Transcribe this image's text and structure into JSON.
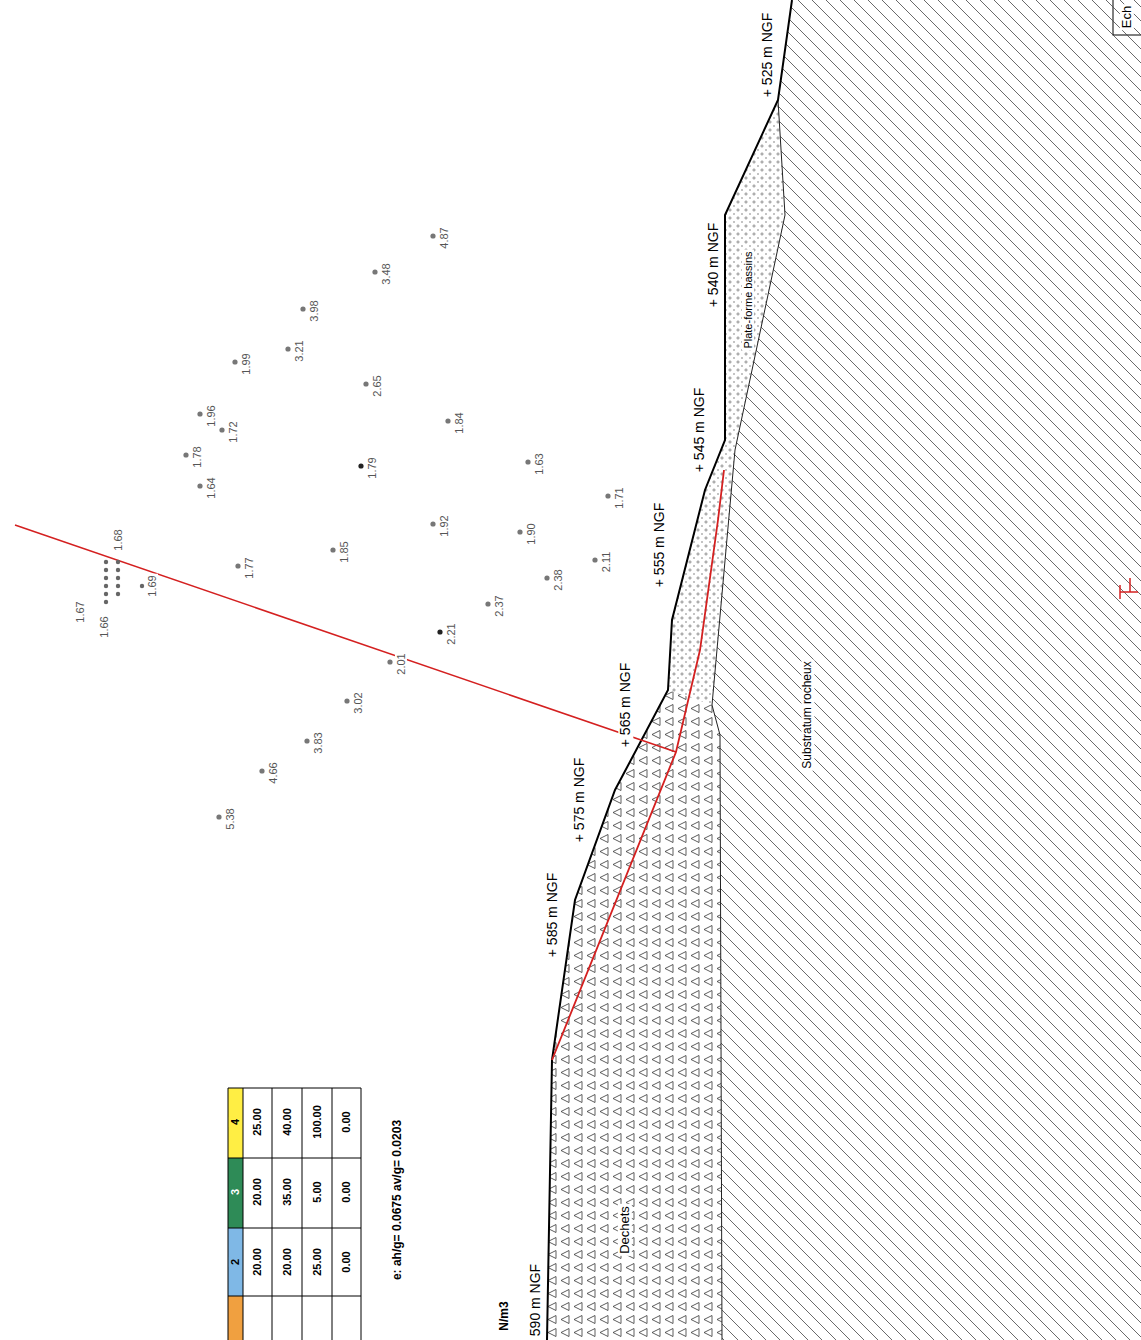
{
  "diagram": {
    "labels": [
      "Ech",
      "2",
      "3",
      "4",
      "20.00",
      "20.00",
      "25.00",
      "0.00",
      "20.00",
      "35.00",
      "5.00",
      "0.00",
      "25.00",
      "40.00",
      "100.00",
      "0.00",
      "e: ah/g= 0.0675 av/g= 0.0203",
      "N/m3",
      "4.87",
      "3.48",
      "3.98",
      "1.99",
      "3.21",
      "2.65",
      "1.72",
      "1.96",
      "1.64",
      "1.78",
      "1.79",
      "1.84",
      "1.63",
      "1.92",
      "1.85",
      "1.90",
      "1.71",
      "2.11",
      "2.38",
      "2.37",
      "2.21",
      "1.77",
      "2.01",
      "3.02",
      "3.83",
      "4.66",
      "5.38",
      "1.67",
      "1.66",
      "1.68",
      "1.69",
      "590 m NGF",
      "+ 585 m NGF",
      "+ 575 m NGF",
      "+ 565 m NGF",
      "+ 555 m NGF",
      "+ 545 m NGF",
      "+ 540 m NGF",
      "+ 525 m NGF",
      "Dechets",
      "Substratum rocheux",
      "Plate-forme bassins"
    ]
  }
}
